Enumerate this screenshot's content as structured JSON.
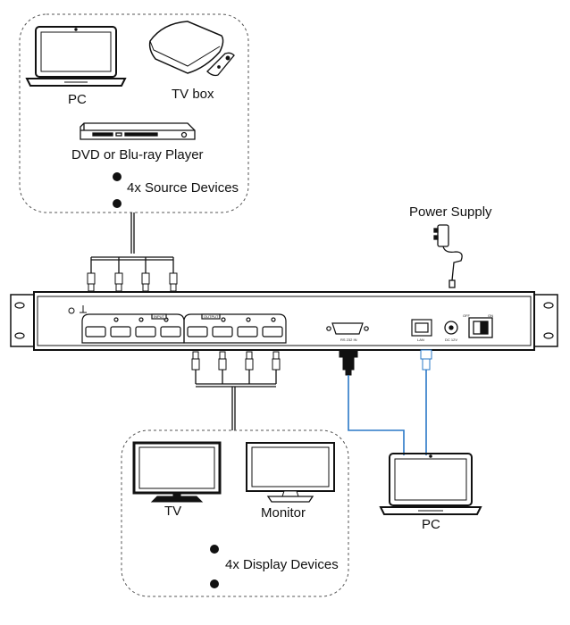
{
  "source_group": {
    "pc_label": "PC",
    "tvbox_label": "TV box",
    "dvd_label": "DVD or Blu-ray Player",
    "count_label": "4x Source Devices"
  },
  "power_supply_label": "Power Supply",
  "matrix": {
    "input_label": "INPUT",
    "output_label": "OUTPUT",
    "rs232_label": "RS 232 IN",
    "lan_label": "LAN",
    "dc_label": "DC 12V",
    "on_label": "ON",
    "off_label": "OFF"
  },
  "display_group": {
    "tv_label": "TV",
    "monitor_label": "Monitor",
    "count_label": "4x Display Devices"
  },
  "control_pc_label": "PC",
  "colors": {
    "line": "#111111",
    "cable_blue": "#2a78c7",
    "dash": "#555555"
  }
}
